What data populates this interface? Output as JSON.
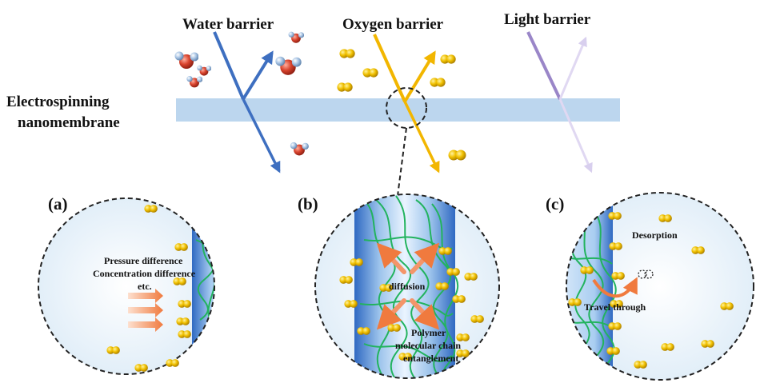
{
  "labels": {
    "water_barrier": "Water  barrier",
    "oxygen_barrier": "Oxygen barrier",
    "light_barrier": "Light barrier",
    "membrane_line1": "Electrospinning",
    "membrane_line2": "nanomembrane"
  },
  "panels": {
    "a": {
      "tag": "(a)",
      "text_line1": "Pressure difference",
      "text_line2": "Concentration difference",
      "text_line3": "etc."
    },
    "b": {
      "tag": "(b)",
      "diffusion": "diffusion",
      "polymer_line1": "Polymer",
      "polymer_line2": "molecular chain",
      "polymer_line3": "entanglement"
    },
    "c": {
      "tag": "(c)",
      "desorption": "Desorption",
      "travel": "Travel through"
    }
  },
  "colors": {
    "membrane": "#bcd6ee",
    "water_arrow": "#3e6fc0",
    "oxygen_arrow": "#f2b600",
    "light_arrow": "#9a86c8",
    "chain": "#22b35e",
    "molecule": "#e8b400",
    "flow_arrow": "#f4956a",
    "circle_fill": "#eef5fb"
  }
}
